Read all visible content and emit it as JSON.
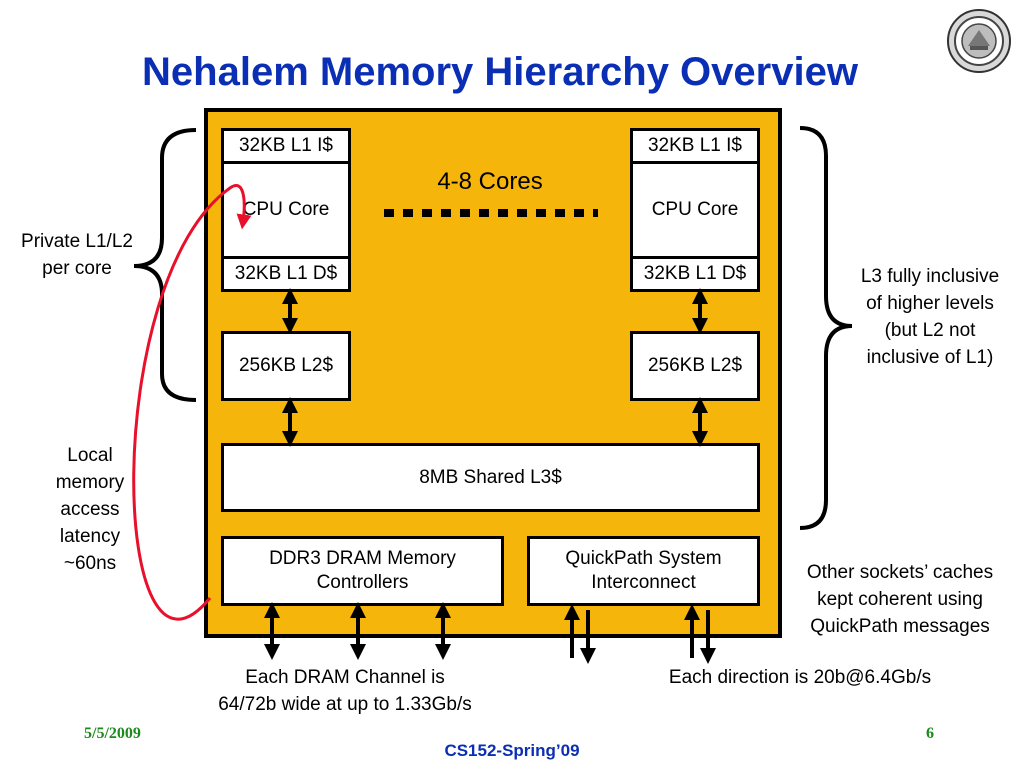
{
  "title": "Nehalem Memory Hierarchy Overview",
  "cores_label": "4-8 Cores",
  "core_left": {
    "l1i": "32KB L1 I$",
    "cpu": "CPU Core",
    "l1d": "32KB L1 D$",
    "l2": "256KB L2$"
  },
  "core_right": {
    "l1i": "32KB L1 I$",
    "cpu": "CPU Core",
    "l1d": "32KB L1 D$",
    "l2": "256KB L2$"
  },
  "l3": "8MB Shared L3$",
  "dram_controller": {
    "line1": "DDR3 DRAM Memory",
    "line2": "Controllers"
  },
  "quickpath": {
    "line1": "QuickPath System",
    "line2": "Interconnect"
  },
  "annotations": {
    "private": {
      "line1": "Private L1/L2",
      "line2": "per core"
    },
    "local_latency": [
      "Local",
      "memory",
      "access",
      "latency",
      "~60ns"
    ],
    "l3_inclusive": [
      "L3 fully inclusive",
      "of higher levels",
      "(but L2 not",
      "inclusive of L1)"
    ],
    "other_sockets": [
      "Other sockets’ caches",
      "kept coherent using",
      "QuickPath messages"
    ],
    "dram_channel": {
      "line1": "Each DRAM Channel is",
      "line2": "64/72b wide at up to 1.33Gb/s"
    },
    "direction": "Each direction is 20b@6.4Gb/s"
  },
  "footer": {
    "date": "5/5/2009",
    "course": "CS152-Spring’09",
    "page": "6"
  },
  "colors": {
    "title": "#0b2fb4",
    "chip": "#f5b50a",
    "latency_curve": "#e8102a",
    "footer_date": "#1b8a1b"
  },
  "icons": {
    "seal": "university-seal-icon"
  }
}
